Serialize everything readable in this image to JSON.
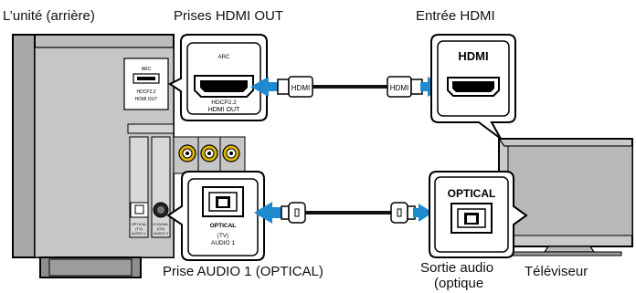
{
  "labels": {
    "unit_rear": "L’unité (arrière)",
    "hdmi_out_jacks": "Prises HDMI OUT",
    "hdmi_input": "Entrée HDMI",
    "audio1_jack": "Prise AUDIO 1 (OPTICAL)",
    "audio_output_line1": "Sortie audio",
    "audio_output_line2": "(optique",
    "tv": "Téléviseur"
  },
  "callouts": {
    "hdmi_out_arc": "ARC",
    "hdmi_out_hdcp": "HDCP2.2",
    "hdmi_out_name": "HDMI OUT",
    "tv_hdmi": "HDMI",
    "audio_optical": "OPTICAL",
    "audio_tv": "(TV)",
    "audio_name": "AUDIO 1",
    "tv_optical": "OPTICAL"
  },
  "unit_panel": {
    "arc": "ARC",
    "hdcp": "HDCP2.2",
    "hdmi_out": "HDMI OUT",
    "optical": "OPTICAL",
    "tv": "(TV)",
    "audio1": "AUDIO 1",
    "coaxial": "COAXIAL",
    "cd": "(CD)",
    "audio2": "AUDIO 2"
  },
  "cables": {
    "hdmi_plug_left": "HDMI",
    "hdmi_plug_right": "HDMI"
  },
  "colors": {
    "arrow": "#1f8ad0",
    "device": "#c6c6c6",
    "outline": "#000000"
  }
}
